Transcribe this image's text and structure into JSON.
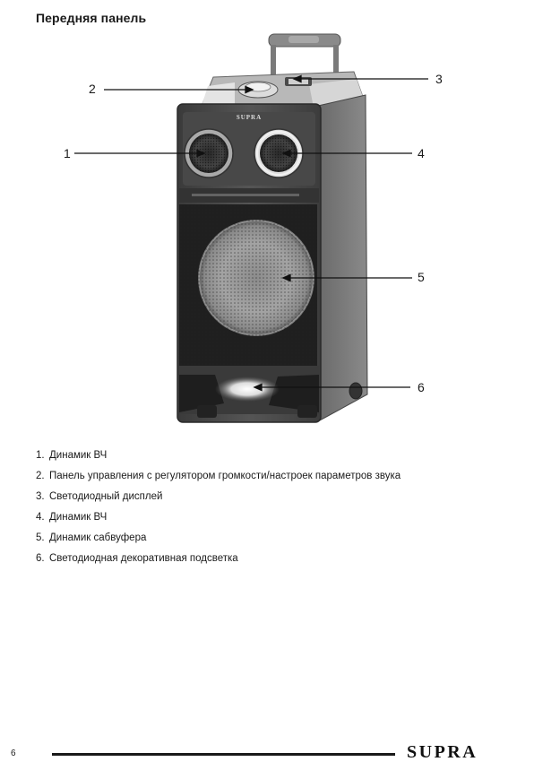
{
  "title": "Передняя панель",
  "callouts": [
    {
      "num": "1"
    },
    {
      "num": "2"
    },
    {
      "num": "3"
    },
    {
      "num": "4"
    },
    {
      "num": "5"
    },
    {
      "num": "6"
    }
  ],
  "speaker_brand": "SUPRA",
  "legend": [
    {
      "num": "1.",
      "text": "Динамик ВЧ"
    },
    {
      "num": "2.",
      "text": "Панель управления с регулятором громкости/настроек параметров звука"
    },
    {
      "num": "3.",
      "text": "Светодиодный дисплей"
    },
    {
      "num": "4.",
      "text": "Динамик ВЧ"
    },
    {
      "num": "5.",
      "text": "Динамик сабвуфера"
    },
    {
      "num": "6.",
      "text": "Светодиодная декоративная подсветка"
    }
  ],
  "page_number": "6",
  "footer_brand": "SUPRA"
}
